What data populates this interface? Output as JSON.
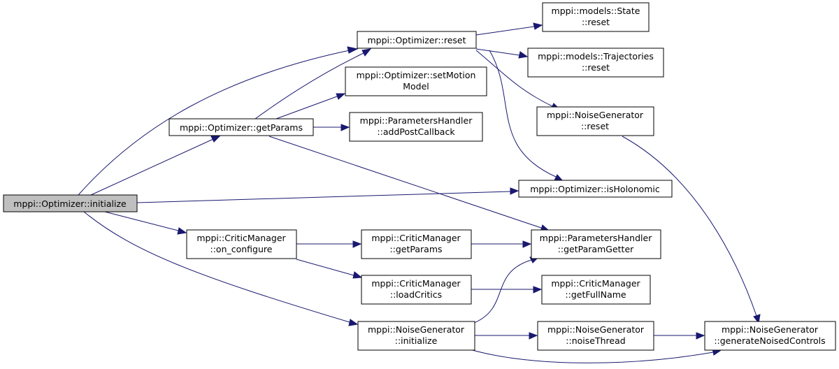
{
  "colors": {
    "edge": "#191970",
    "root_fill": "#bfbfbf",
    "node_fill": "#ffffff",
    "border": "#000000"
  },
  "nodes": {
    "initialize": [
      "mppi::Optimizer::initialize"
    ],
    "reset": [
      "mppi::Optimizer::reset"
    ],
    "setMotionModel": [
      "mppi::Optimizer::setMotion",
      "Model"
    ],
    "getParams": [
      "mppi::Optimizer::getParams"
    ],
    "addPostCallback": [
      "mppi::ParametersHandler",
      "::addPostCallback"
    ],
    "stateReset": [
      "mppi::models::State",
      "::reset"
    ],
    "trajReset": [
      "mppi::models::Trajectories",
      "::reset"
    ],
    "noiseReset": [
      "mppi::NoiseGenerator",
      "::reset"
    ],
    "isHolonomic": [
      "mppi::Optimizer::isHolonomic"
    ],
    "onConfigure": [
      "mppi::CriticManager",
      "::on_configure"
    ],
    "cmGetParams": [
      "mppi::CriticManager",
      "::getParams"
    ],
    "loadCritics": [
      "mppi::CriticManager",
      "::loadCritics"
    ],
    "getParamGetter": [
      "mppi::ParametersHandler",
      "::getParamGetter"
    ],
    "getFullName": [
      "mppi::CriticManager",
      "::getFullName"
    ],
    "ngInitialize": [
      "mppi::NoiseGenerator",
      "::initialize"
    ],
    "noiseThread": [
      "mppi::NoiseGenerator",
      "::noiseThread"
    ],
    "generateNoised": [
      "mppi::NoiseGenerator",
      "::generateNoisedControls"
    ]
  }
}
